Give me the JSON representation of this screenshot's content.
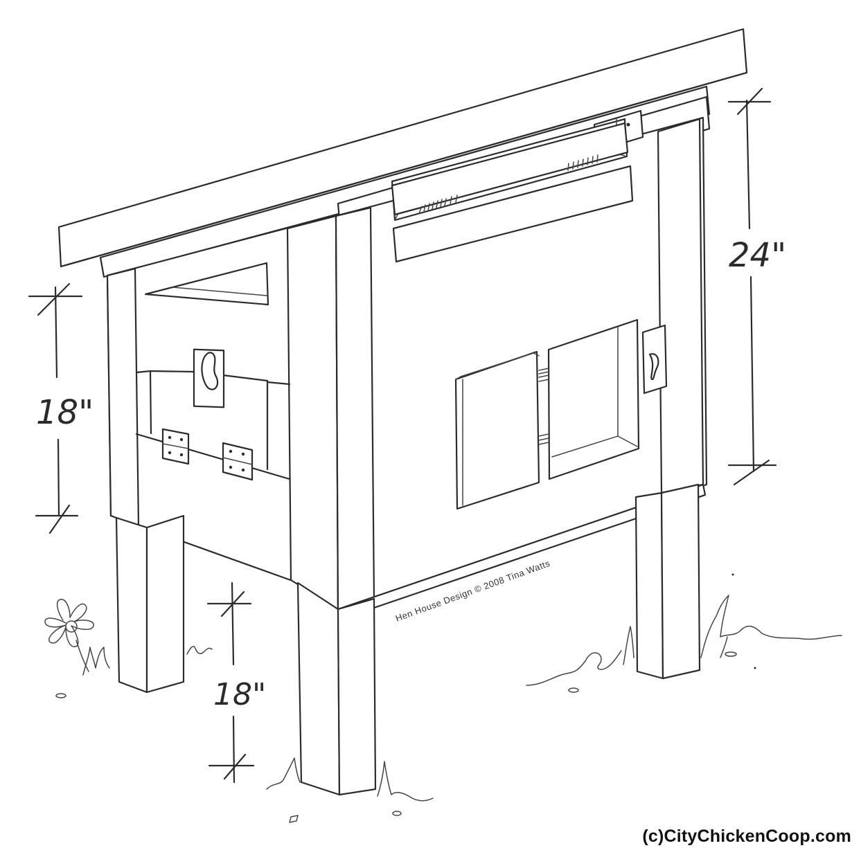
{
  "drawing": {
    "subject": "Hen house chicken coop sketch",
    "dimensions": {
      "body_height_left": "18\"",
      "body_height_right": "24\"",
      "leg_height": "18\""
    },
    "signature": "Hen House Design © 2008 Tina Watts",
    "copyright": "(c)CityChickenCoop.com"
  },
  "colors": {
    "ink": "#2b2b2b",
    "paper": "#ffffff"
  }
}
